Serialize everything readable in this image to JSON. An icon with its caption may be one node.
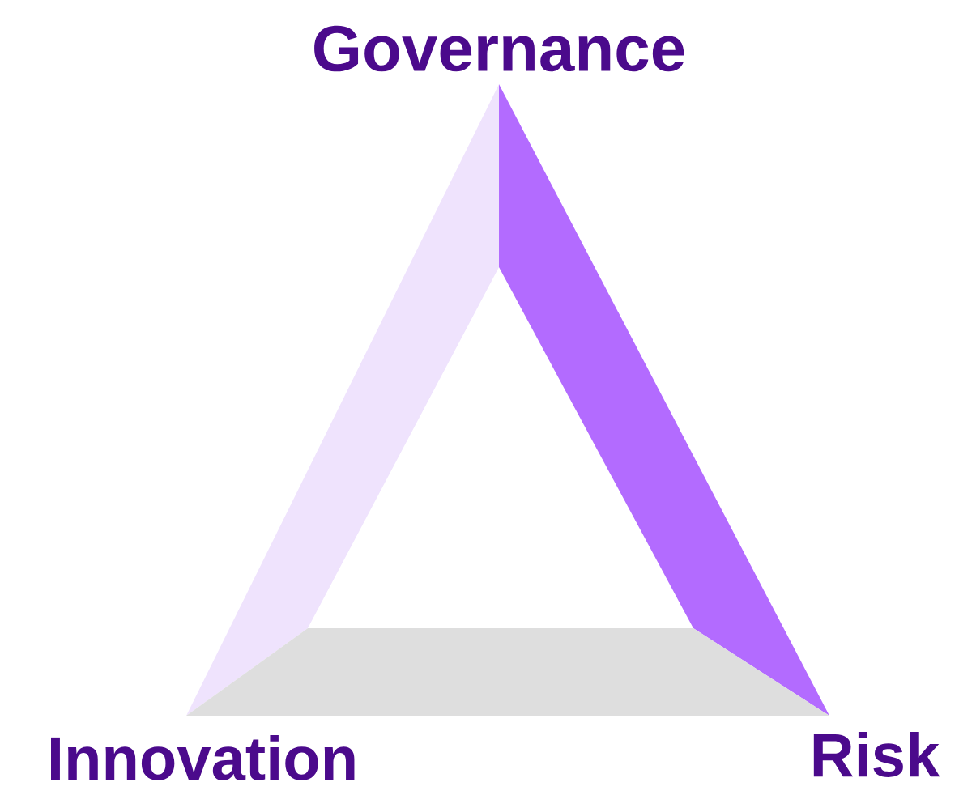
{
  "diagram": {
    "labels": [
      "Governance",
      "Innovation",
      "Risk"
    ]
  }
}
